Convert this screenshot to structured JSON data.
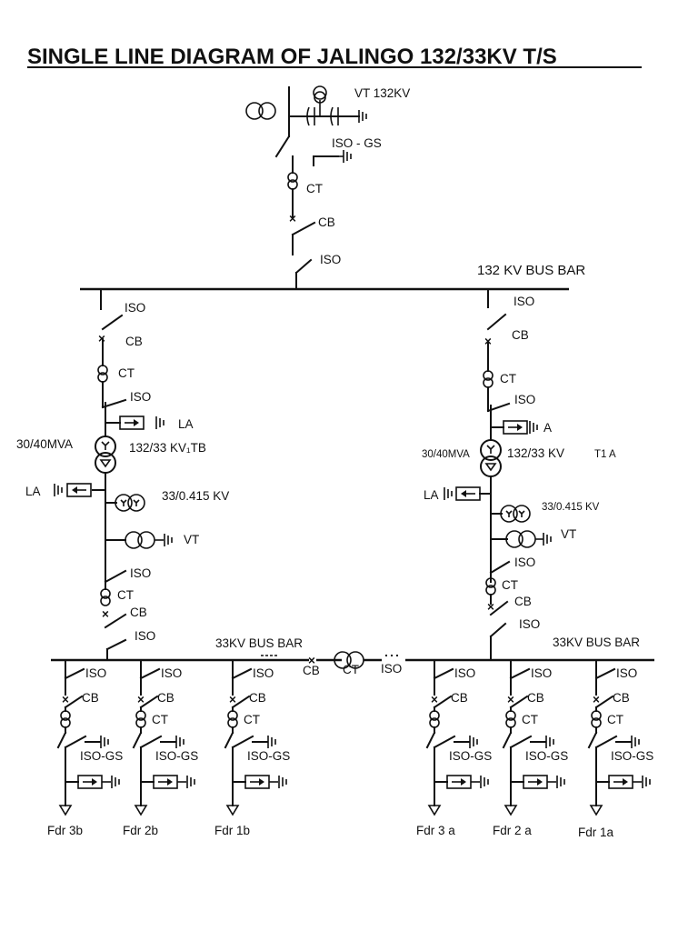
{
  "title": "SINGLE LINE DIAGRAM OF JALINGO 132/33KV T/S",
  "incomer": {
    "vt": "VT 132KV",
    "iso_gs": "ISO - GS",
    "ct": "CT",
    "cb": "CB",
    "iso": "ISO"
  },
  "bus132": "132 KV BUS BAR",
  "left_bay": {
    "iso_top": "ISO",
    "cb": "CB",
    "ct": "CT",
    "iso2": "ISO",
    "la_top": "LA",
    "rating": "30/40MVA",
    "transformer": "132/33 KV₁TB",
    "la_left": "LA",
    "aux": "33/0.415 KV",
    "vt": "VT",
    "iso3": "ISO",
    "ct2": "CT",
    "cb2": "CB",
    "iso4": "ISO"
  },
  "right_bay": {
    "iso_top": "ISO",
    "cb": "CB",
    "ct": "CT",
    "iso2": "ISO",
    "la_top": "A",
    "rating": "30/40MVA",
    "transformer": "132/33 KV",
    "tag": "T1 A",
    "la_left": "LA",
    "aux": "33/0.415 KV",
    "vt": "VT",
    "iso3": "ISO",
    "ct2": "CT",
    "cb2": "CB",
    "iso4": "ISO"
  },
  "bus33_left": "33KV BUS BAR",
  "bus33_right": "33KV BUS BAR",
  "coupler": {
    "cb": "CB",
    "ct": "CT",
    "iso": "ISO"
  },
  "feeders": [
    {
      "name": "Fdr 3b",
      "iso": "ISO",
      "cb": "CB",
      "ct": "",
      "gs": "ISO-GS"
    },
    {
      "name": "Fdr 2b",
      "iso": "ISO",
      "cb": "CB",
      "ct": "CT",
      "gs": "ISO-GS"
    },
    {
      "name": "Fdr 1b",
      "iso": "ISO",
      "cb": "CB",
      "ct": "CT",
      "gs": "ISO-GS"
    },
    {
      "name": "Fdr 3 a",
      "iso": "ISO",
      "cb": "CB",
      "ct": "",
      "gs": "ISO-GS"
    },
    {
      "name": "Fdr  2 a",
      "iso": "ISO",
      "cb": "CB",
      "ct": "CT",
      "gs": "ISO-GS"
    },
    {
      "name": "Fdr 1a",
      "iso": "ISO",
      "cb": "CB",
      "ct": "CT",
      "gs": "ISO-GS"
    }
  ]
}
